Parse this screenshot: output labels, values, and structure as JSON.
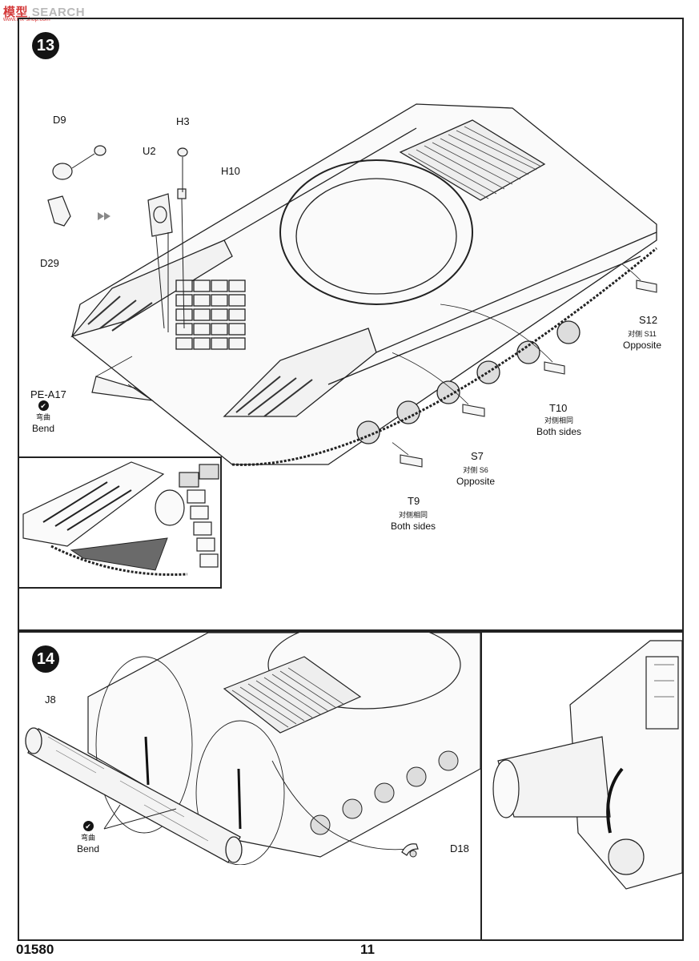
{
  "watermark": {
    "brand_red": "模型",
    "brand_grey": "SEARCH",
    "domain": "www.mx-shop.com"
  },
  "step13": {
    "number": "13",
    "parts": {
      "D9": "D9",
      "U2": "U2",
      "H3": "H3",
      "H10": "H10",
      "D29": "D29",
      "PE_A17": "PE-A17",
      "S12": "S12",
      "T10": "T10",
      "S7": "S7",
      "T9": "T9"
    },
    "bend": {
      "cn": "弯曲",
      "en": "Bend"
    },
    "S12_note": {
      "cn": "对侧 S11",
      "en": "Opposite"
    },
    "T10_note": {
      "cn": "对侧相同",
      "en": "Both sides"
    },
    "S7_note": {
      "cn": "对侧 S6",
      "en": "Opposite"
    },
    "T9_note": {
      "cn": "对侧相同",
      "en": "Both sides"
    }
  },
  "step14": {
    "number": "14",
    "parts": {
      "J8": "J8",
      "D18": "D18"
    },
    "bend": {
      "cn": "弯曲",
      "en": "Bend"
    }
  },
  "footer": {
    "kit_number": "01580",
    "page_number": "11"
  },
  "colors": {
    "ink": "#111111",
    "frame": "#222222",
    "paper": "#ffffff",
    "shade": "#6a6a6a"
  }
}
